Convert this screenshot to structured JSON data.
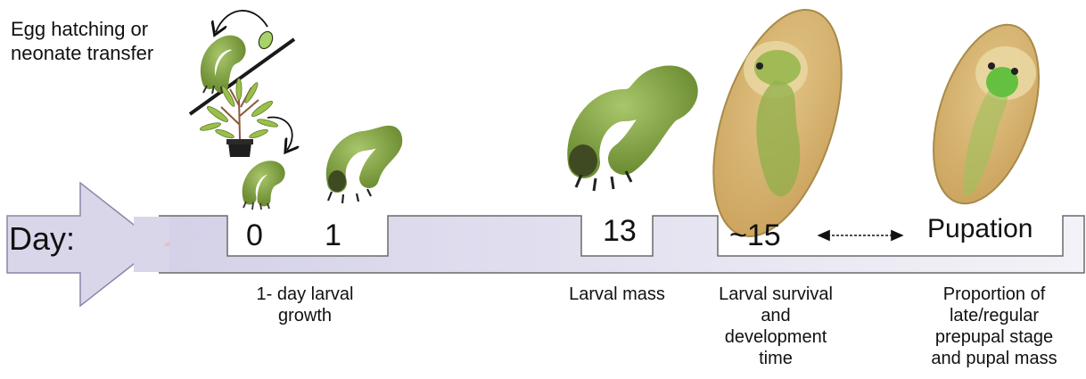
{
  "intro": {
    "line1": "Egg hatching or",
    "line2": "neonate transfer"
  },
  "timeline": {
    "axis_label": "Day:",
    "marks": [
      "0",
      "1",
      "13",
      "~15",
      "Pupation"
    ]
  },
  "captions": {
    "growth": "1- day larval\ngrowth",
    "mass": "Larval mass",
    "survival": "Larval survival\nand\ndevelopment\ntime",
    "proportion": "Proportion of\nlate/regular\nprepupal stage\nand pupal mass"
  },
  "colors": {
    "timeline_fill": "#d9d6ea",
    "larva_green": "#86a844",
    "larva_dark": "#5a7a2a",
    "cocoon_fill": "#d6b270",
    "cocoon_stroke": "#a88a4a"
  }
}
